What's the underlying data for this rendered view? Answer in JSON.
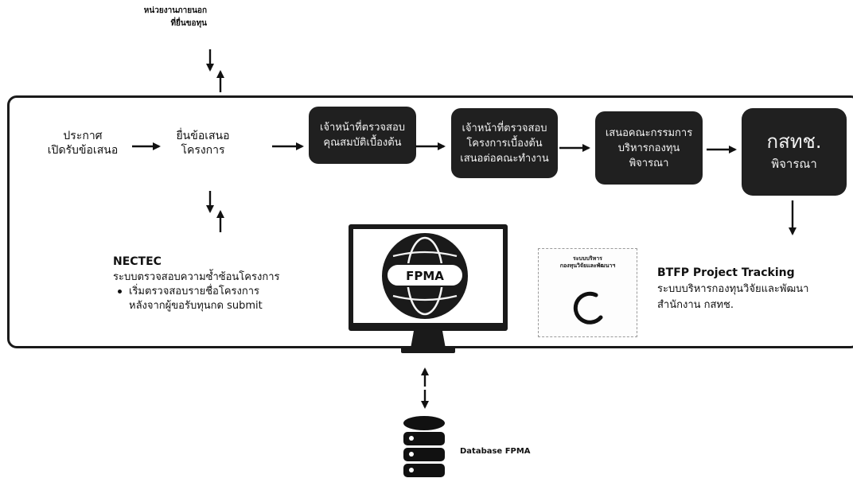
{
  "external_agency": {
    "line1": "หน่วยงานภายนอก",
    "line2": "ที่ยื่นขอทุน"
  },
  "steps": [
    {
      "line1": "ประกาศ",
      "line2": "เปิดรับข้อเสนอ"
    },
    {
      "line1": "ยื่นข้อเสนอ",
      "line2": "โครงการ"
    },
    {
      "line1": "เจ้าหน้าที่ตรวจสอบ",
      "line2": "คุณสมบัติเบื้องต้น"
    },
    {
      "line1": "เจ้าหน้าที่ตรวจสอบ",
      "line2": "โครงการเบื้องต้น",
      "line3": "เสนอต่อคณะทำงาน"
    },
    {
      "line1": "เสนอคณะกรรมการ",
      "line2": "บริหารกองทุน",
      "line3": "พิจารณา"
    },
    {
      "line1": "กสทช.",
      "line2": "พิจารณา"
    }
  ],
  "nectec": {
    "title": "NECTEC",
    "subtitle": "ระบบตรวจสอบความซ้ำซ้อนโครงการ",
    "bullet_line1": "เริ่มตรวจสอบรายชื่อโครงการ",
    "bullet_line2": "หลังจากผู้ขอรับทุนกด submit"
  },
  "fpma": {
    "label": "FPMA"
  },
  "btfp": {
    "thumb_line1": "ระบบบริหาร",
    "thumb_line2": "กองทุนวิจัยและพัฒนาฯ",
    "title": "BTFP Project Tracking",
    "line1": "ระบบบริหารกองทุนวิจัยและพัฒนา",
    "line2": "สำนักงาน กสทช."
  },
  "database": {
    "label": "Database FPMA"
  }
}
